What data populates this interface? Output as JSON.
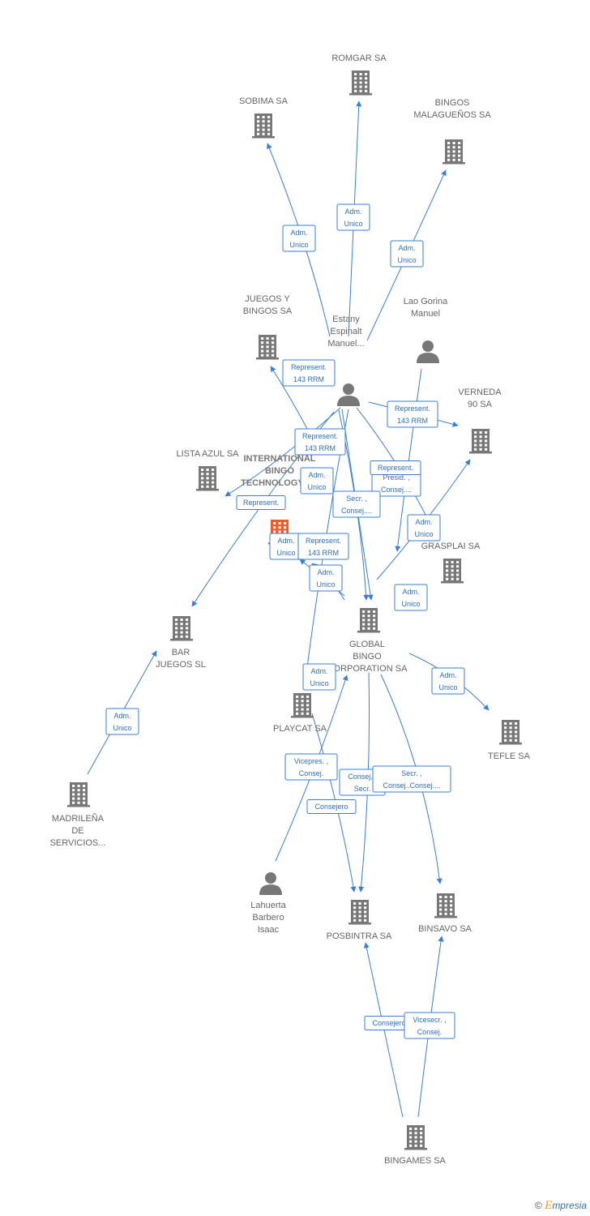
{
  "colors": {
    "edge": "#3a7fd5",
    "box_border": "#3a7fd5",
    "box_text": "#2f6fbf",
    "company": "#777777",
    "highlight": "#f05a28",
    "person": "#777777"
  },
  "nodes": [
    {
      "id": "romgar",
      "type": "company",
      "label": [
        "ROMGAR SA"
      ]
    },
    {
      "id": "sobima",
      "type": "company",
      "label": [
        "SOBIMA SA"
      ]
    },
    {
      "id": "bingos_malaguenos",
      "type": "company",
      "label": [
        "BINGOS",
        "MALAGUEÑOS SA"
      ]
    },
    {
      "id": "juegos_bingos",
      "type": "company",
      "label": [
        "JUEGOS Y",
        "BINGOS SA"
      ]
    },
    {
      "id": "estany",
      "type": "person",
      "label": [
        "Estany",
        "Espinalt",
        "Manuel..."
      ]
    },
    {
      "id": "lao",
      "type": "person",
      "label": [
        "Lao Gorina",
        "Manuel"
      ]
    },
    {
      "id": "verneda",
      "type": "company",
      "label": [
        "VERNEDA",
        "90 SA"
      ]
    },
    {
      "id": "lista_azul",
      "type": "company",
      "label": [
        "LISTA AZUL SA"
      ]
    },
    {
      "id": "international",
      "type": "company",
      "main": true,
      "label": [
        "INTERNATIONAL",
        "BINGO",
        "TECHNOLOGY SA"
      ]
    },
    {
      "id": "grasplai",
      "type": "company",
      "label": [
        "GRASPLAI SA"
      ]
    },
    {
      "id": "bar_juegos",
      "type": "company",
      "label": [
        "BAR",
        "JUEGOS SL"
      ]
    },
    {
      "id": "global_bingo",
      "type": "company",
      "label": [
        "GLOBAL",
        "BINGO",
        "CORPORATION SA"
      ]
    },
    {
      "id": "playcat",
      "type": "company",
      "label": [
        "PLAYCAT SA"
      ]
    },
    {
      "id": "tefle",
      "type": "company",
      "label": [
        "TEFLE SA"
      ]
    },
    {
      "id": "madrilena",
      "type": "company",
      "label": [
        "MADRILEÑA",
        "DE",
        "SERVICIOS..."
      ]
    },
    {
      "id": "lahuerta",
      "type": "person",
      "label": [
        "Lahuerta",
        "Barbero",
        "Isaac"
      ]
    },
    {
      "id": "posbintra",
      "type": "company",
      "label": [
        "POSBINTRA SA"
      ]
    },
    {
      "id": "binsavo",
      "type": "company",
      "label": [
        "BINSAVO SA"
      ]
    },
    {
      "id": "bingames",
      "type": "company",
      "label": [
        "BINGAMES SA"
      ]
    }
  ],
  "edge_labels": [
    [
      "Adm.",
      "Unico"
    ],
    [
      "Adm.",
      "Unico"
    ],
    [
      "Adm.",
      "Unico"
    ],
    [
      "Represent.",
      "143 RRM"
    ],
    [
      "Represent.",
      "143 RRM"
    ],
    [
      "Represent.",
      "143 RRM"
    ],
    [
      "Adm.",
      "Unico"
    ],
    [
      "Represent."
    ],
    [
      "Presid. ,",
      "Consej...."
    ],
    [
      "Secr. ,",
      "Consej...."
    ],
    [
      "Adm.",
      "Unico"
    ],
    [
      "Represent."
    ],
    [
      "Adm.",
      "Unico"
    ],
    [
      "Represent.",
      "143 RRM"
    ],
    [
      "Adm.",
      "Unico"
    ],
    [
      "Adm.",
      "Unico"
    ],
    [
      "Adm.",
      "Unico"
    ],
    [
      "Adm.",
      "Unico"
    ],
    [
      "Adm.",
      "Unico"
    ],
    [
      "Vicepres. ,",
      "Consej."
    ],
    [
      "Consej. ,",
      "Secr."
    ],
    [
      "Secr. ,",
      "Consej..Consej...."
    ],
    [
      "Consejero"
    ],
    [
      "Consejero"
    ],
    [
      "Vicesecr. ,",
      "Consej."
    ]
  ],
  "footer": {
    "copyright": "©",
    "brand_initial": "E",
    "brand_rest": "mpresia"
  }
}
